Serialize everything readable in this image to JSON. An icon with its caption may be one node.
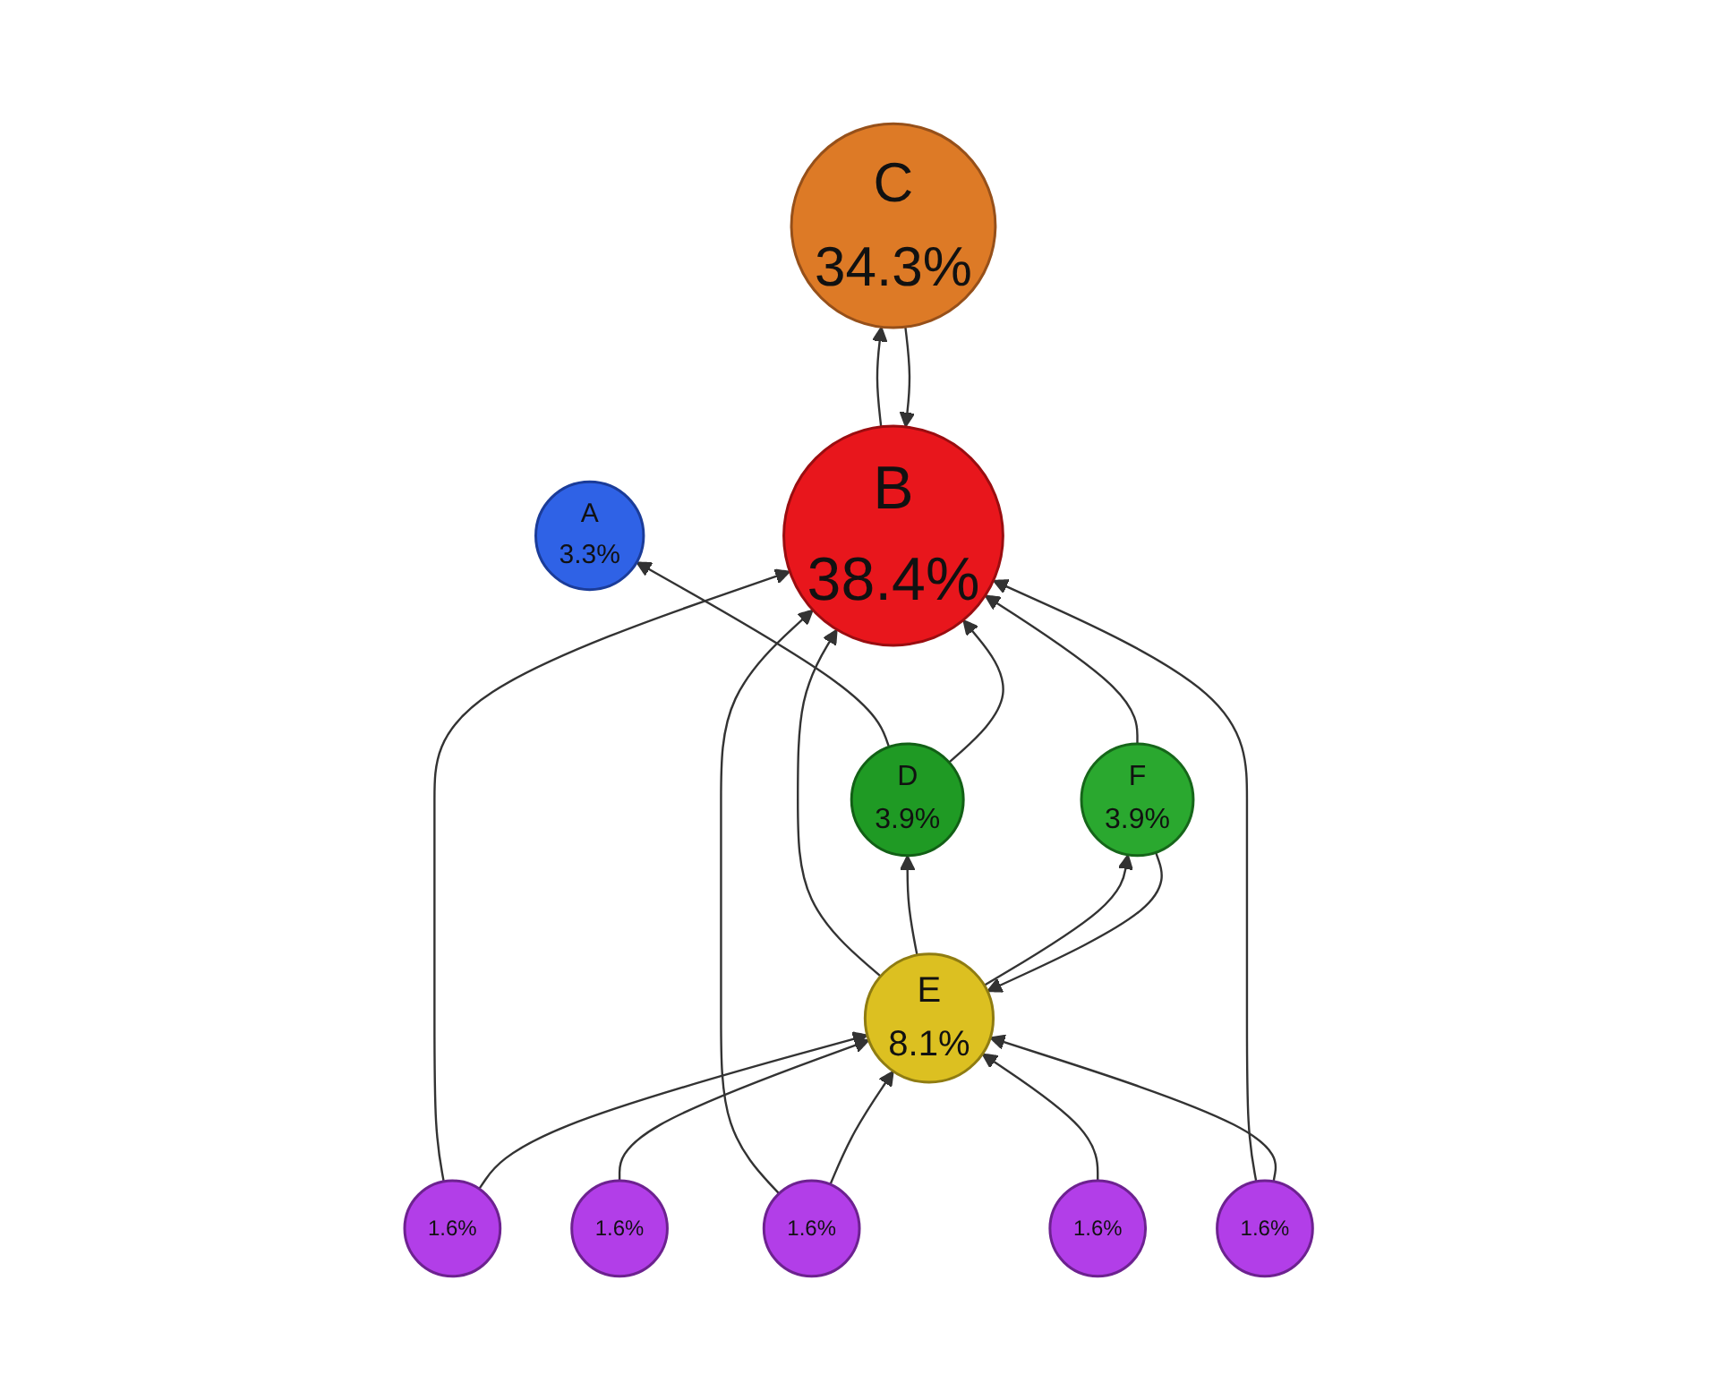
{
  "diagram": {
    "nodes": [
      {
        "text": [
          "A",
          "3.3%"
        ]
      },
      {
        "text": [
          "B",
          "38.4%"
        ]
      },
      {
        "text": [
          "C",
          "34.3%"
        ]
      },
      {
        "text": [
          "D",
          "3.9%"
        ]
      },
      {
        "text": [
          "E",
          "8.1%"
        ]
      },
      {
        "text": [
          "F",
          "3.9%"
        ]
      },
      {
        "text": [
          "1.6%"
        ]
      },
      {
        "text": [
          "1.6%"
        ]
      },
      {
        "text": [
          "1.6%"
        ]
      },
      {
        "text": [
          "1.6%"
        ]
      },
      {
        "text": [
          "1.6%"
        ]
      }
    ],
    "edges": [
      {
        "from": 3,
        "to": 0,
        "arrow": "to"
      },
      {
        "from": 3,
        "to": 1,
        "arrow": "to"
      },
      {
        "from": 1,
        "to": 2,
        "arrow": "to"
      },
      {
        "from": 2,
        "to": 1,
        "arrow": "to"
      },
      {
        "from": 4,
        "to": 1,
        "arrow": "to"
      },
      {
        "from": 4,
        "to": 3,
        "arrow": "to"
      },
      {
        "from": 4,
        "to": 5,
        "arrow": "to"
      },
      {
        "from": 5,
        "to": 4,
        "arrow": "to"
      },
      {
        "from": 5,
        "to": 1,
        "arrow": "to"
      },
      {
        "from": 6,
        "to": 1,
        "arrow": "to"
      },
      {
        "from": 6,
        "to": 4,
        "arrow": "to"
      },
      {
        "from": 7,
        "to": 1,
        "arrow": "to"
      },
      {
        "from": 7,
        "to": 4,
        "arrow": "to"
      },
      {
        "from": 8,
        "to": 1,
        "arrow": "to"
      },
      {
        "from": 8,
        "to": 4,
        "arrow": "to"
      },
      {
        "from": 9,
        "to": 4,
        "arrow": "to"
      },
      {
        "from": 10,
        "to": 4,
        "arrow": "to"
      }
    ]
  }
}
